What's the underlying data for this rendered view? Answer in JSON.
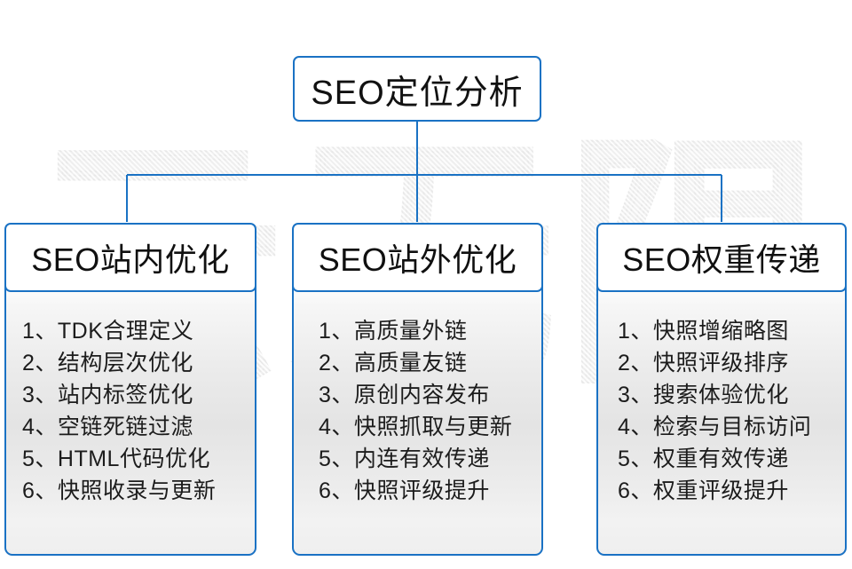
{
  "diagram": {
    "title": "SEO定位分析",
    "watermark_text": "云无限",
    "accent_color": "#1a72c4",
    "background_color": "#ffffff",
    "root": {
      "label": "SEO定位分析"
    },
    "branches": [
      {
        "header": "SEO站内优化",
        "items": [
          "1、TDK合理定义",
          "2、结构层次优化",
          "3、站内标签优化",
          "4、空链死链过滤",
          "5、HTML代码优化",
          "6、快照收录与更新"
        ]
      },
      {
        "header": "SEO站外优化",
        "items": [
          "1、高质量外链",
          "2、高质量友链",
          "3、原创内容发布",
          "4、快照抓取与更新",
          "5、内连有效传递",
          "6、快照评级提升"
        ]
      },
      {
        "header": "SEO权重传递",
        "items": [
          "1、快照增缩略图",
          "2、快照评级排序",
          "3、搜索体验优化",
          "4、检索与目标访问",
          "5、权重有效传递",
          "6、权重评级提升"
        ]
      }
    ]
  }
}
